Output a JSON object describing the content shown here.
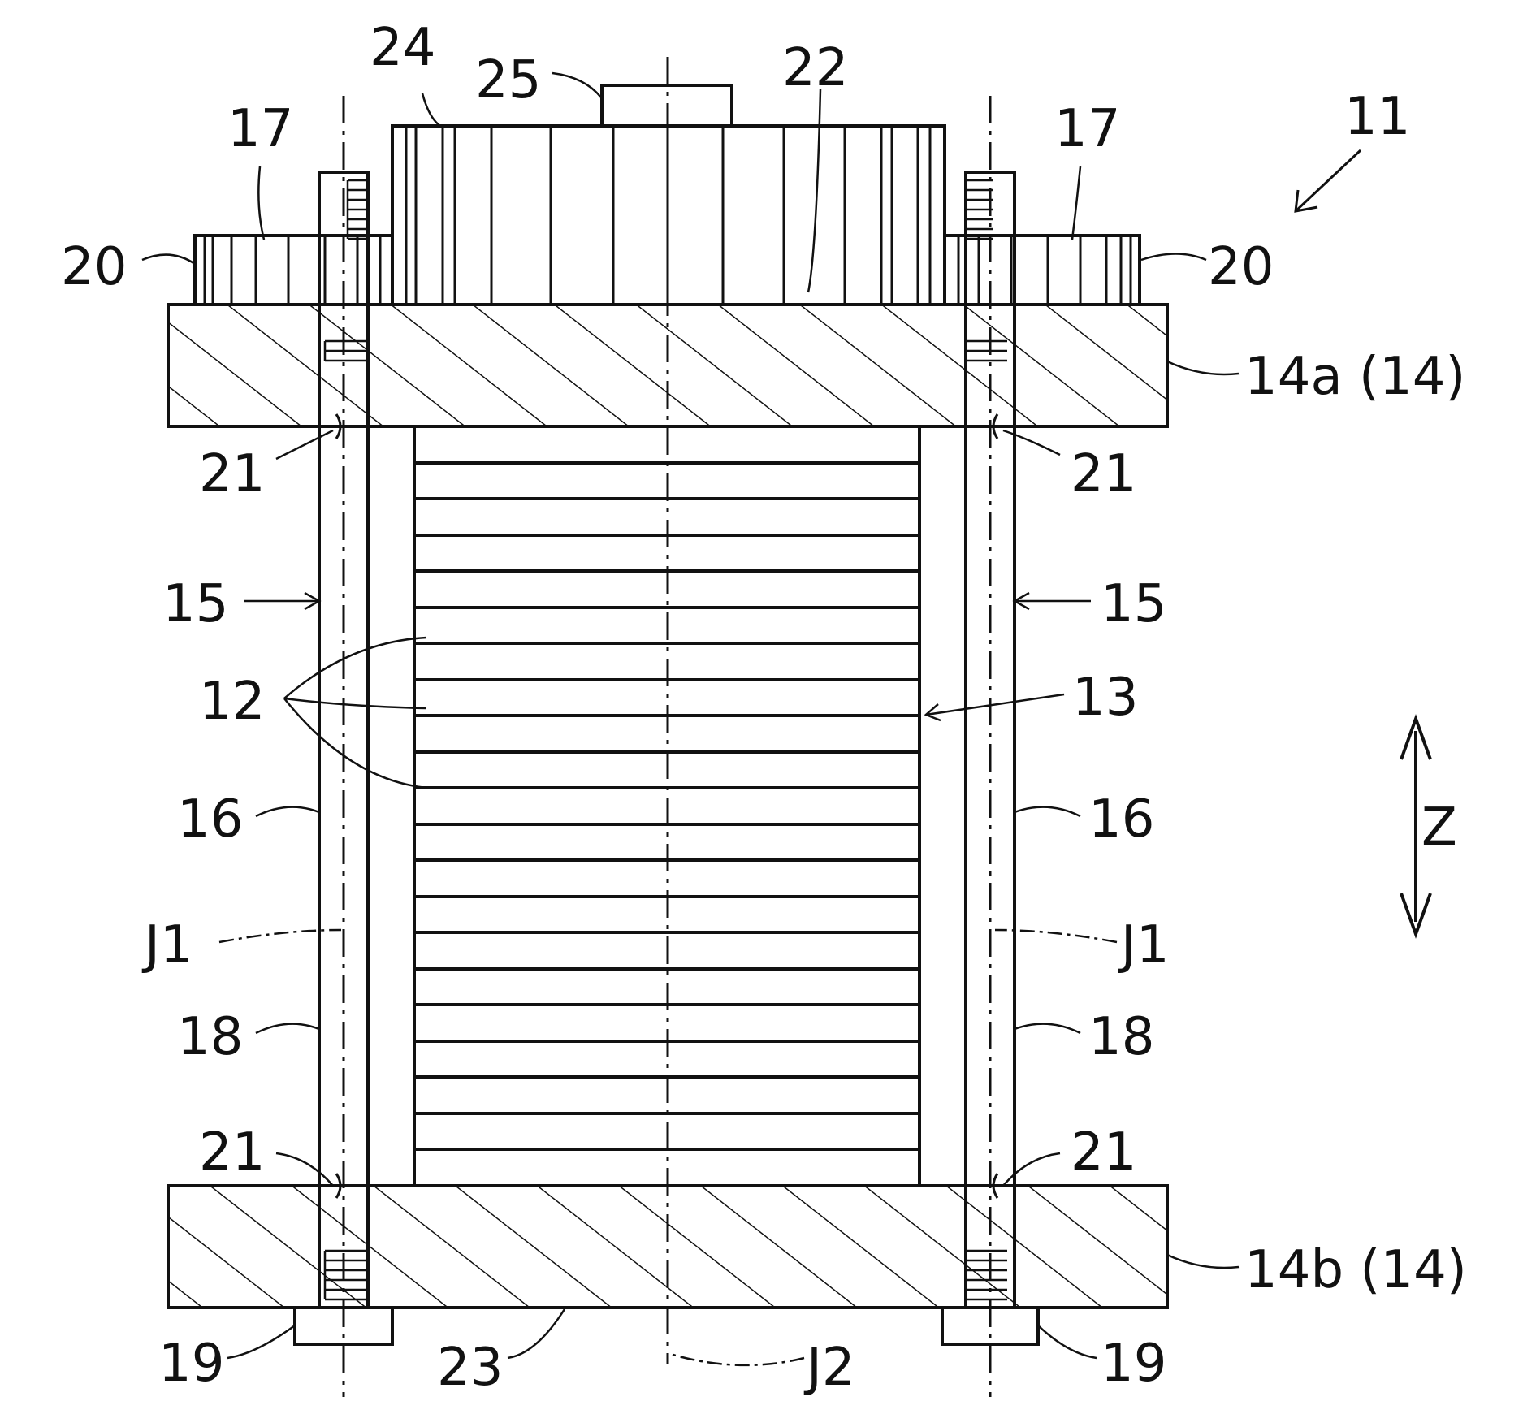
{
  "figure": {
    "labels": {
      "assembly": "11",
      "cells": "12",
      "stack": "13",
      "plate_top": "14a (14)",
      "plate_bottom": "14b (14)",
      "rod_l": "15",
      "rod_r": "15",
      "sleeve_l": "16",
      "sleeve_r": "16",
      "nut_l": "17",
      "nut_r": "17",
      "spacer_l": "18",
      "spacer_r": "18",
      "head_l": "19",
      "head_r": "19",
      "gear_l": "20",
      "gear_r": "20",
      "hole_tl": "21",
      "hole_tr": "21",
      "hole_bl": "21",
      "hole_br": "21",
      "ring_gear": "22",
      "bottom_face": "23",
      "outer_teeth": "24",
      "drive_shaft": "25",
      "axis_l": "J1",
      "axis_r": "J1",
      "center_axis": "J2",
      "direction": "Z"
    },
    "cell_count": 20
  }
}
